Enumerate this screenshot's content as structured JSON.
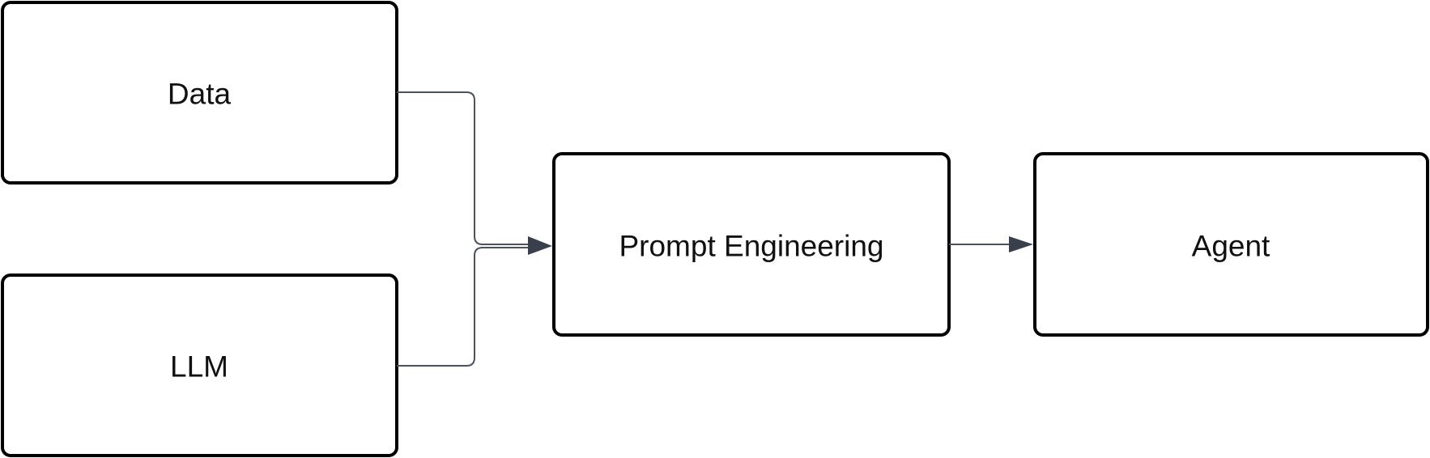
{
  "nodes": {
    "data": {
      "label": "Data"
    },
    "llm": {
      "label": "LLM"
    },
    "prompt": {
      "label": "Prompt Engineering"
    },
    "agent": {
      "label": "Agent"
    }
  },
  "edges": [
    {
      "from": "Data",
      "to": "Prompt Engineering"
    },
    {
      "from": "LLM",
      "to": "Prompt Engineering"
    },
    {
      "from": "Prompt Engineering",
      "to": "Agent"
    }
  ],
  "colors": {
    "edge": "#4b5260",
    "arrowhead": "#3a404b",
    "border": "#000000"
  }
}
